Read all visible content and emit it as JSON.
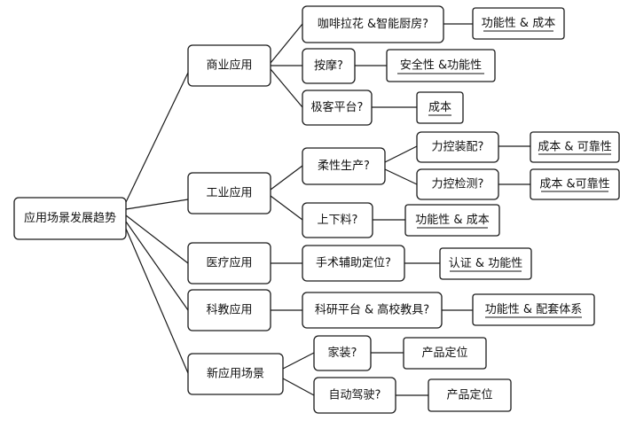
{
  "root": "应用场景发展趋势",
  "categories": [
    {
      "label": "商业应用",
      "items": [
        {
          "label": "咖啡拉花 &智能厨房?",
          "focus": "功能性 & 成本"
        },
        {
          "label": "按摩?",
          "focus": "安全性 &功能性"
        },
        {
          "label": "极客平台?",
          "focus": "成本"
        }
      ]
    },
    {
      "label": "工业应用",
      "items": [
        {
          "label": "柔性生产?",
          "children": [
            {
              "label": "力控装配?",
              "focus": "成本 & 可靠性"
            },
            {
              "label": "力控检测?",
              "focus": "成本 &可靠性"
            }
          ]
        },
        {
          "label": "上下料?",
          "focus": "功能性 & 成本"
        }
      ]
    },
    {
      "label": "医疗应用",
      "items": [
        {
          "label": "手术辅助定位?",
          "focus": "认证 & 功能性"
        }
      ]
    },
    {
      "label": "科教应用",
      "items": [
        {
          "label": "科研平台 & 高校教具?",
          "focus": "功能性 & 配套体系"
        }
      ]
    },
    {
      "label": "新应用场景",
      "items": [
        {
          "label": "家装?",
          "focus": "产品定位"
        },
        {
          "label": "自动驾驶?",
          "focus": "产品定位"
        }
      ]
    }
  ]
}
